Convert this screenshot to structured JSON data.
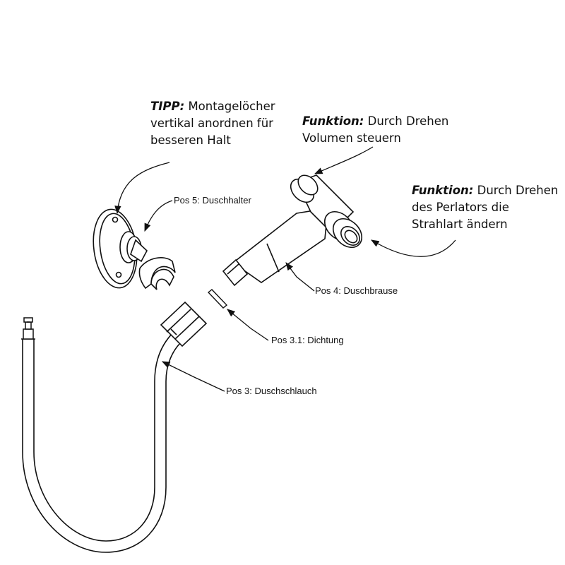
{
  "notes": {
    "tipp": {
      "prefix": "TIPP:",
      "line1": "Montagelöcher",
      "line2": "vertikal anordnen für",
      "line3": "besseren Halt"
    },
    "volume": {
      "prefix": "Funktion:",
      "line1": "Durch Drehen",
      "line2": "Volumen steuern"
    },
    "perlator": {
      "prefix": "Funktion:",
      "line1": "Durch Drehen",
      "line2": "des Perlators die",
      "line3": "Strahlart ändern"
    }
  },
  "labels": {
    "pos5": "Pos 5: Duschhalter",
    "pos4": "Pos 4: Duschbrause",
    "pos31": "Pos 3.1: Dichtung",
    "pos3": "Pos 3: Duschschlauch"
  }
}
